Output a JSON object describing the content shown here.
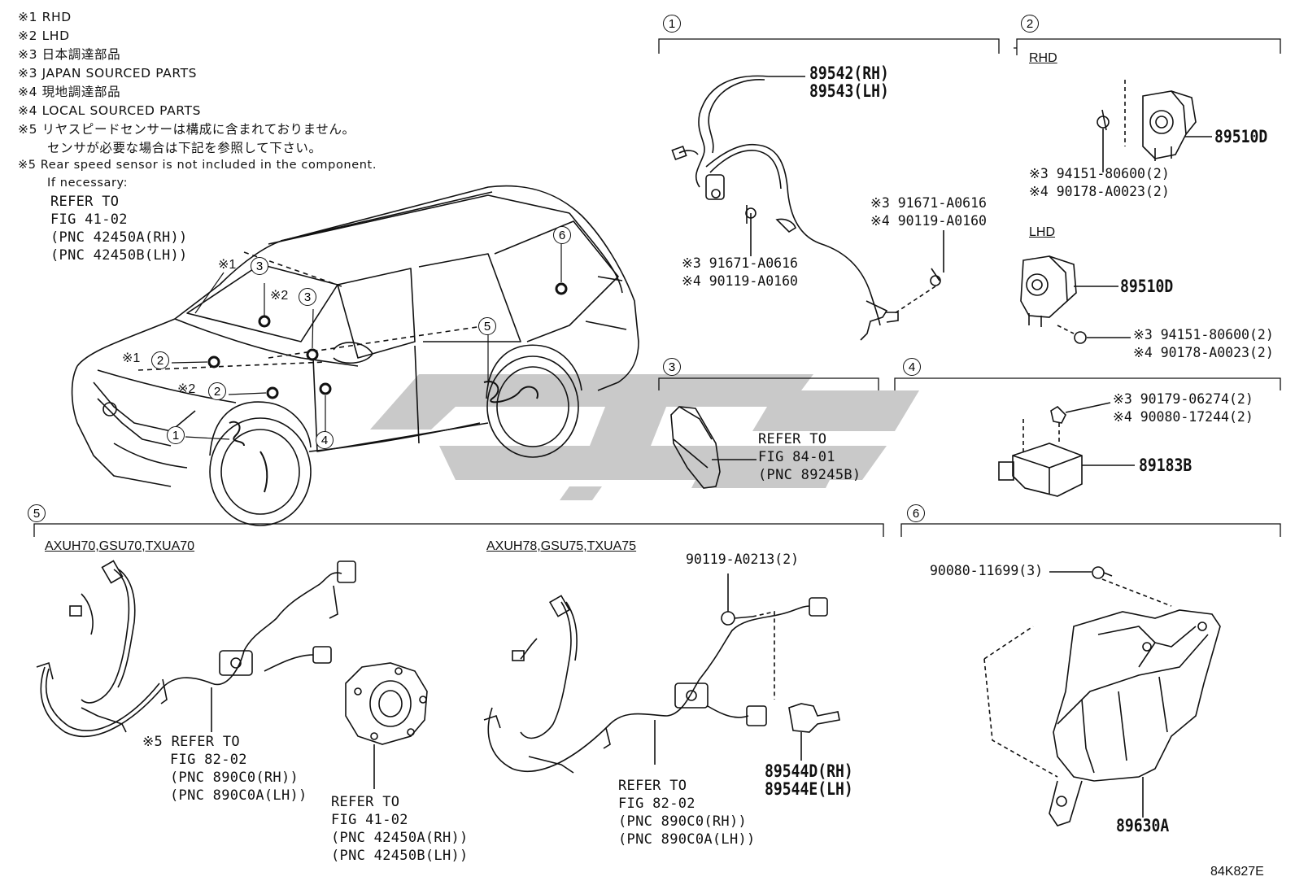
{
  "notes": [
    "※1 RHD",
    "※2 LHD",
    "※3 日本調達部品",
    "※3 JAPAN SOURCED PARTS",
    "※4 現地調達部品",
    "※4 LOCAL SOURCED PARTS",
    "※5 リヤスピードセンサーは構成に含まれておりません。",
    "センサが必要な場合は下記を参照して下さい。",
    "※5 Rear speed sensor is not included in the component.",
    "If necessary:"
  ],
  "ref_main": [
    "REFER TO",
    "FIG 41-02",
    "(PNC 42450A(RH))",
    "(PNC 42450B(LH))"
  ],
  "car_callouts": {
    "c1": "1",
    "c2a": "2",
    "c2b": "2",
    "c3a": "3",
    "c3b": "3",
    "c4": "4",
    "c5": "5",
    "c6": "6",
    "n1a": "※1",
    "n2a": "※2",
    "n1b": "※1",
    "n2b": "※2"
  },
  "sec1": {
    "num": "1",
    "part_rh": "89542(RH)",
    "part_lh": "89543(LH)",
    "bolt_right_a": "※3 91671-A0616",
    "bolt_right_b": "※4 90119-A0160",
    "bolt_left_a": "※3 91671-A0616",
    "bolt_left_b": "※4 90119-A0160"
  },
  "sec2": {
    "num": "2",
    "rhd": "RHD",
    "lhd": "LHD",
    "part_rhd": "89510D",
    "part_lhd": "89510D",
    "rhd_a": "※3 94151-80600(2)",
    "rhd_b": "※4 90178-A0023(2)",
    "lhd_a": "※3 94151-80600(2)",
    "lhd_b": "※4 90178-A0023(2)"
  },
  "sec3": {
    "num": "3",
    "ref": [
      "REFER TO",
      "FIG 84-01",
      "(PNC 89245B)"
    ]
  },
  "sec4": {
    "num": "4",
    "a": "※3 90179-06274(2)",
    "b": "※4 90080-17244(2)",
    "part": "89183B"
  },
  "sec5": {
    "num": "5",
    "model_a": "AXUH70,GSU70,TXUA70",
    "model_b": "AXUH78,GSU75,TXUA75",
    "ref_a": [
      "※5 REFER TO",
      "FIG 82-02",
      "(PNC 890C0(RH))",
      "(PNC 890C0A(LH))"
    ],
    "ref_hub": [
      "REFER TO",
      "FIG 41-02",
      "(PNC 42450A(RH))",
      "(PNC 42450B(LH))"
    ],
    "ref_b": [
      "REFER TO",
      "FIG 82-02",
      "(PNC 890C0(RH))",
      "(PNC 890C0A(LH))"
    ],
    "bolt": "90119-A0213(2)",
    "part_rh": "89544D(RH)",
    "part_lh": "89544E(LH)"
  },
  "sec6": {
    "num": "6",
    "bolt": "90080-11699(3)",
    "part": "89630A"
  },
  "drawing_code": "84K827E",
  "watermark_color": "#c8c8c8"
}
